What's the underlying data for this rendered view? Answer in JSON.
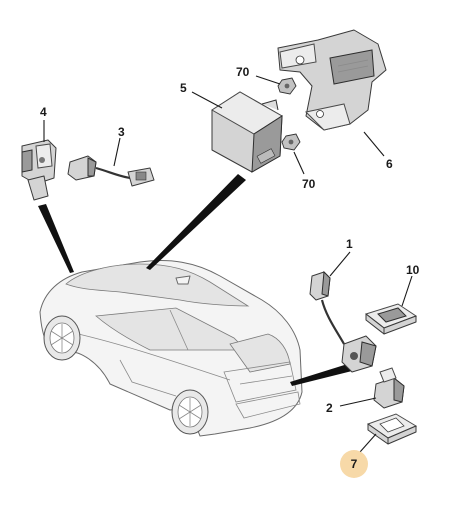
{
  "callouts": {
    "c1": "1",
    "c2": "2",
    "c3": "3",
    "c4": "4",
    "c5": "5",
    "c6": "6",
    "c7": "7",
    "c10": "10",
    "c70a": "70",
    "c70b": "70"
  },
  "colors": {
    "highlight": "#f7d9a8",
    "line": "#1a1a1a",
    "part": "#d4d4d4"
  }
}
